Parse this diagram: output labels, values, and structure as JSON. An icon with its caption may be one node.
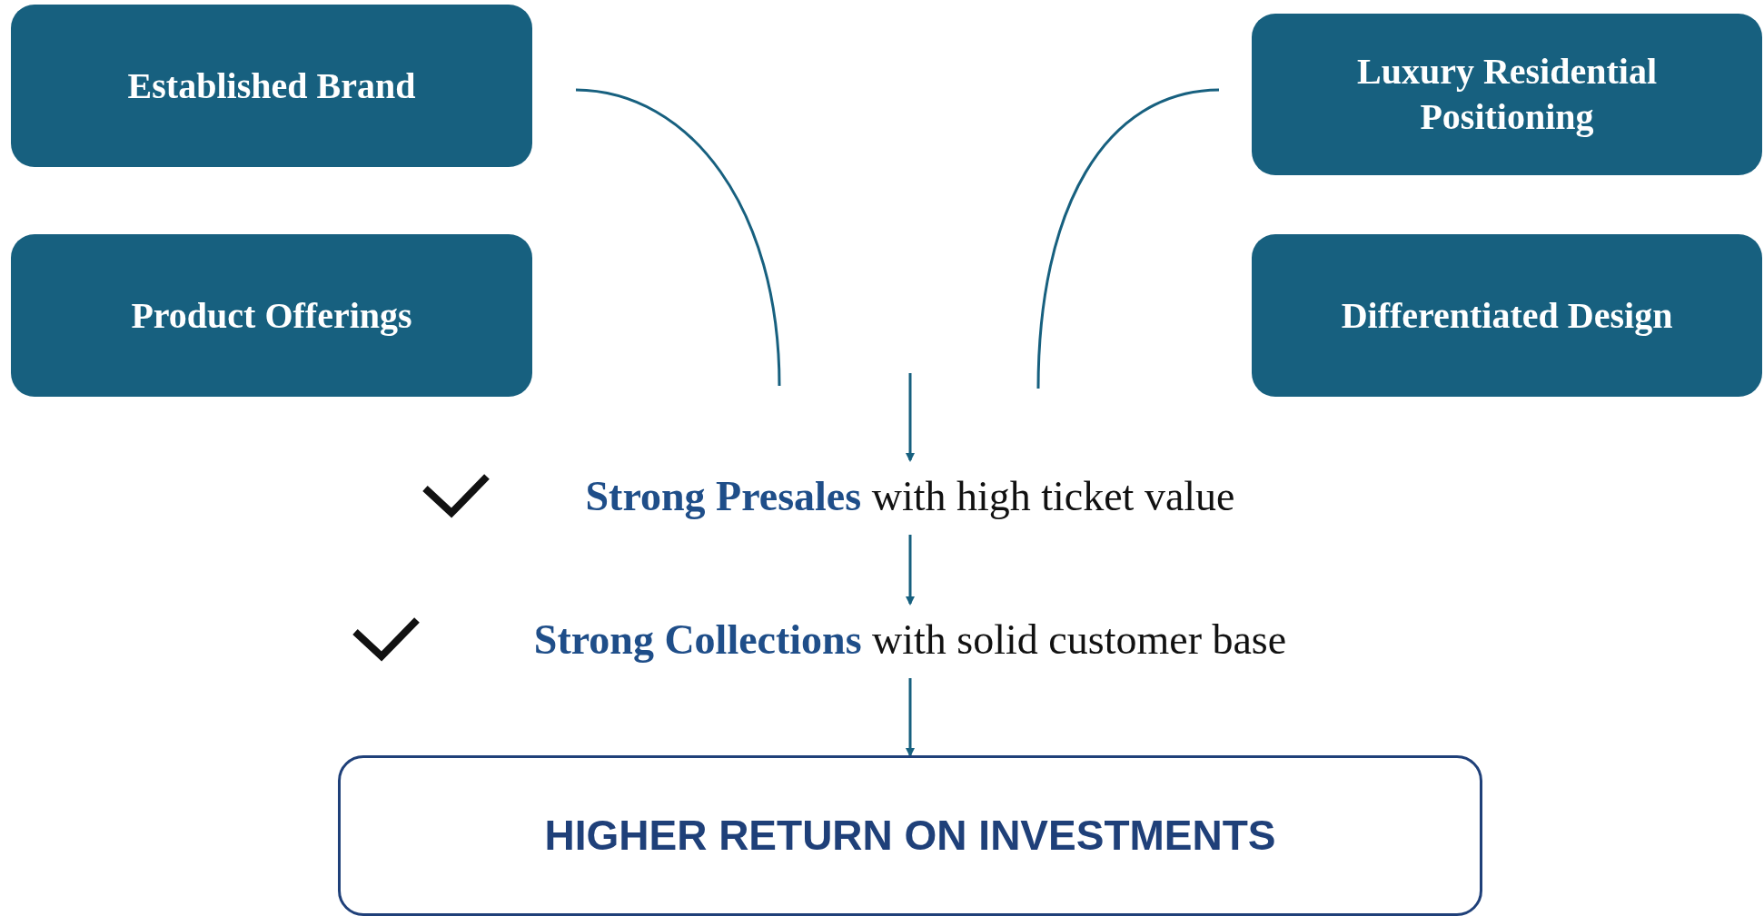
{
  "diagram": {
    "nodes": [
      {
        "text": [
          "Established Brand"
        ]
      },
      {
        "text": [
          "Luxury Residential Positioning"
        ]
      },
      {
        "text": [
          "Product Offerings"
        ]
      },
      {
        "text": [
          "Differentiated Design"
        ]
      },
      {
        "text": [
          "**Strong Presales** with high ticket value"
        ]
      },
      {
        "text": [
          "**Strong Collections** with solid customer base"
        ]
      },
      {
        "text": [
          "HIGHER RETURN ON INVESTMENTS"
        ]
      }
    ],
    "edges": [
      {
        "from": null,
        "to": 4,
        "arrow": "to"
      },
      {
        "from": 4,
        "to": 5,
        "arrow": "to"
      },
      {
        "from": 5,
        "to": 6,
        "arrow": "to"
      }
    ]
  }
}
